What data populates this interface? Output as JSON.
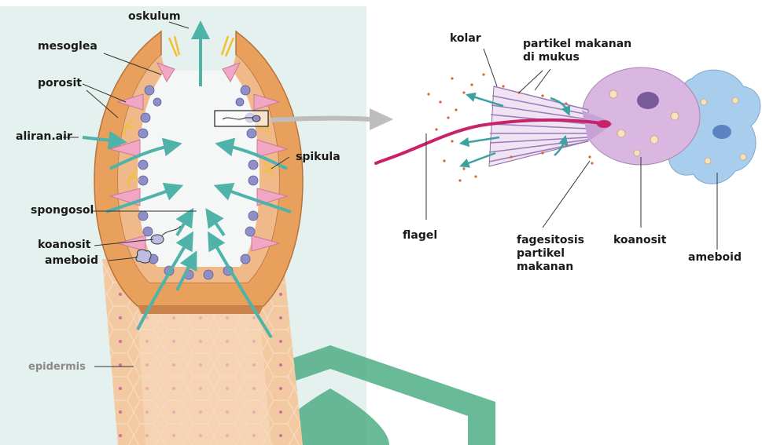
{
  "labels": {
    "oskulum": "oskulum",
    "mesoglea": "mesoglea",
    "porosit": "porosit",
    "aliran_air": "aliran.air",
    "spikula": "spikula",
    "spongosol": "spongosol",
    "koanosit_left": "koanosit",
    "ameboid_left": "ameboid",
    "epidermis": "epidermis",
    "kolar": "kolar",
    "partikel_makanan_di_mukus": "partikel makanan\ndi mukus",
    "flagel": "flagel",
    "fagesitosis": "fagesitosis\npartikel\nmakanan",
    "koanosit_right": "koanosit",
    "ameboid_right": "ameboid"
  },
  "colors": {
    "panel_bg": "#e4f1ee",
    "body_orange": "#e8a05c",
    "body_light": "#f3c9a1",
    "water_arrow": "#4fb3a9",
    "choanocyte": "#8e8fc6",
    "spicule": "#f0c233",
    "cell_purple": "#d9b7e0",
    "ameboid_blue": "#a9cdec",
    "flagellum": "#c8226a",
    "watermark_green": "#4fae86"
  }
}
